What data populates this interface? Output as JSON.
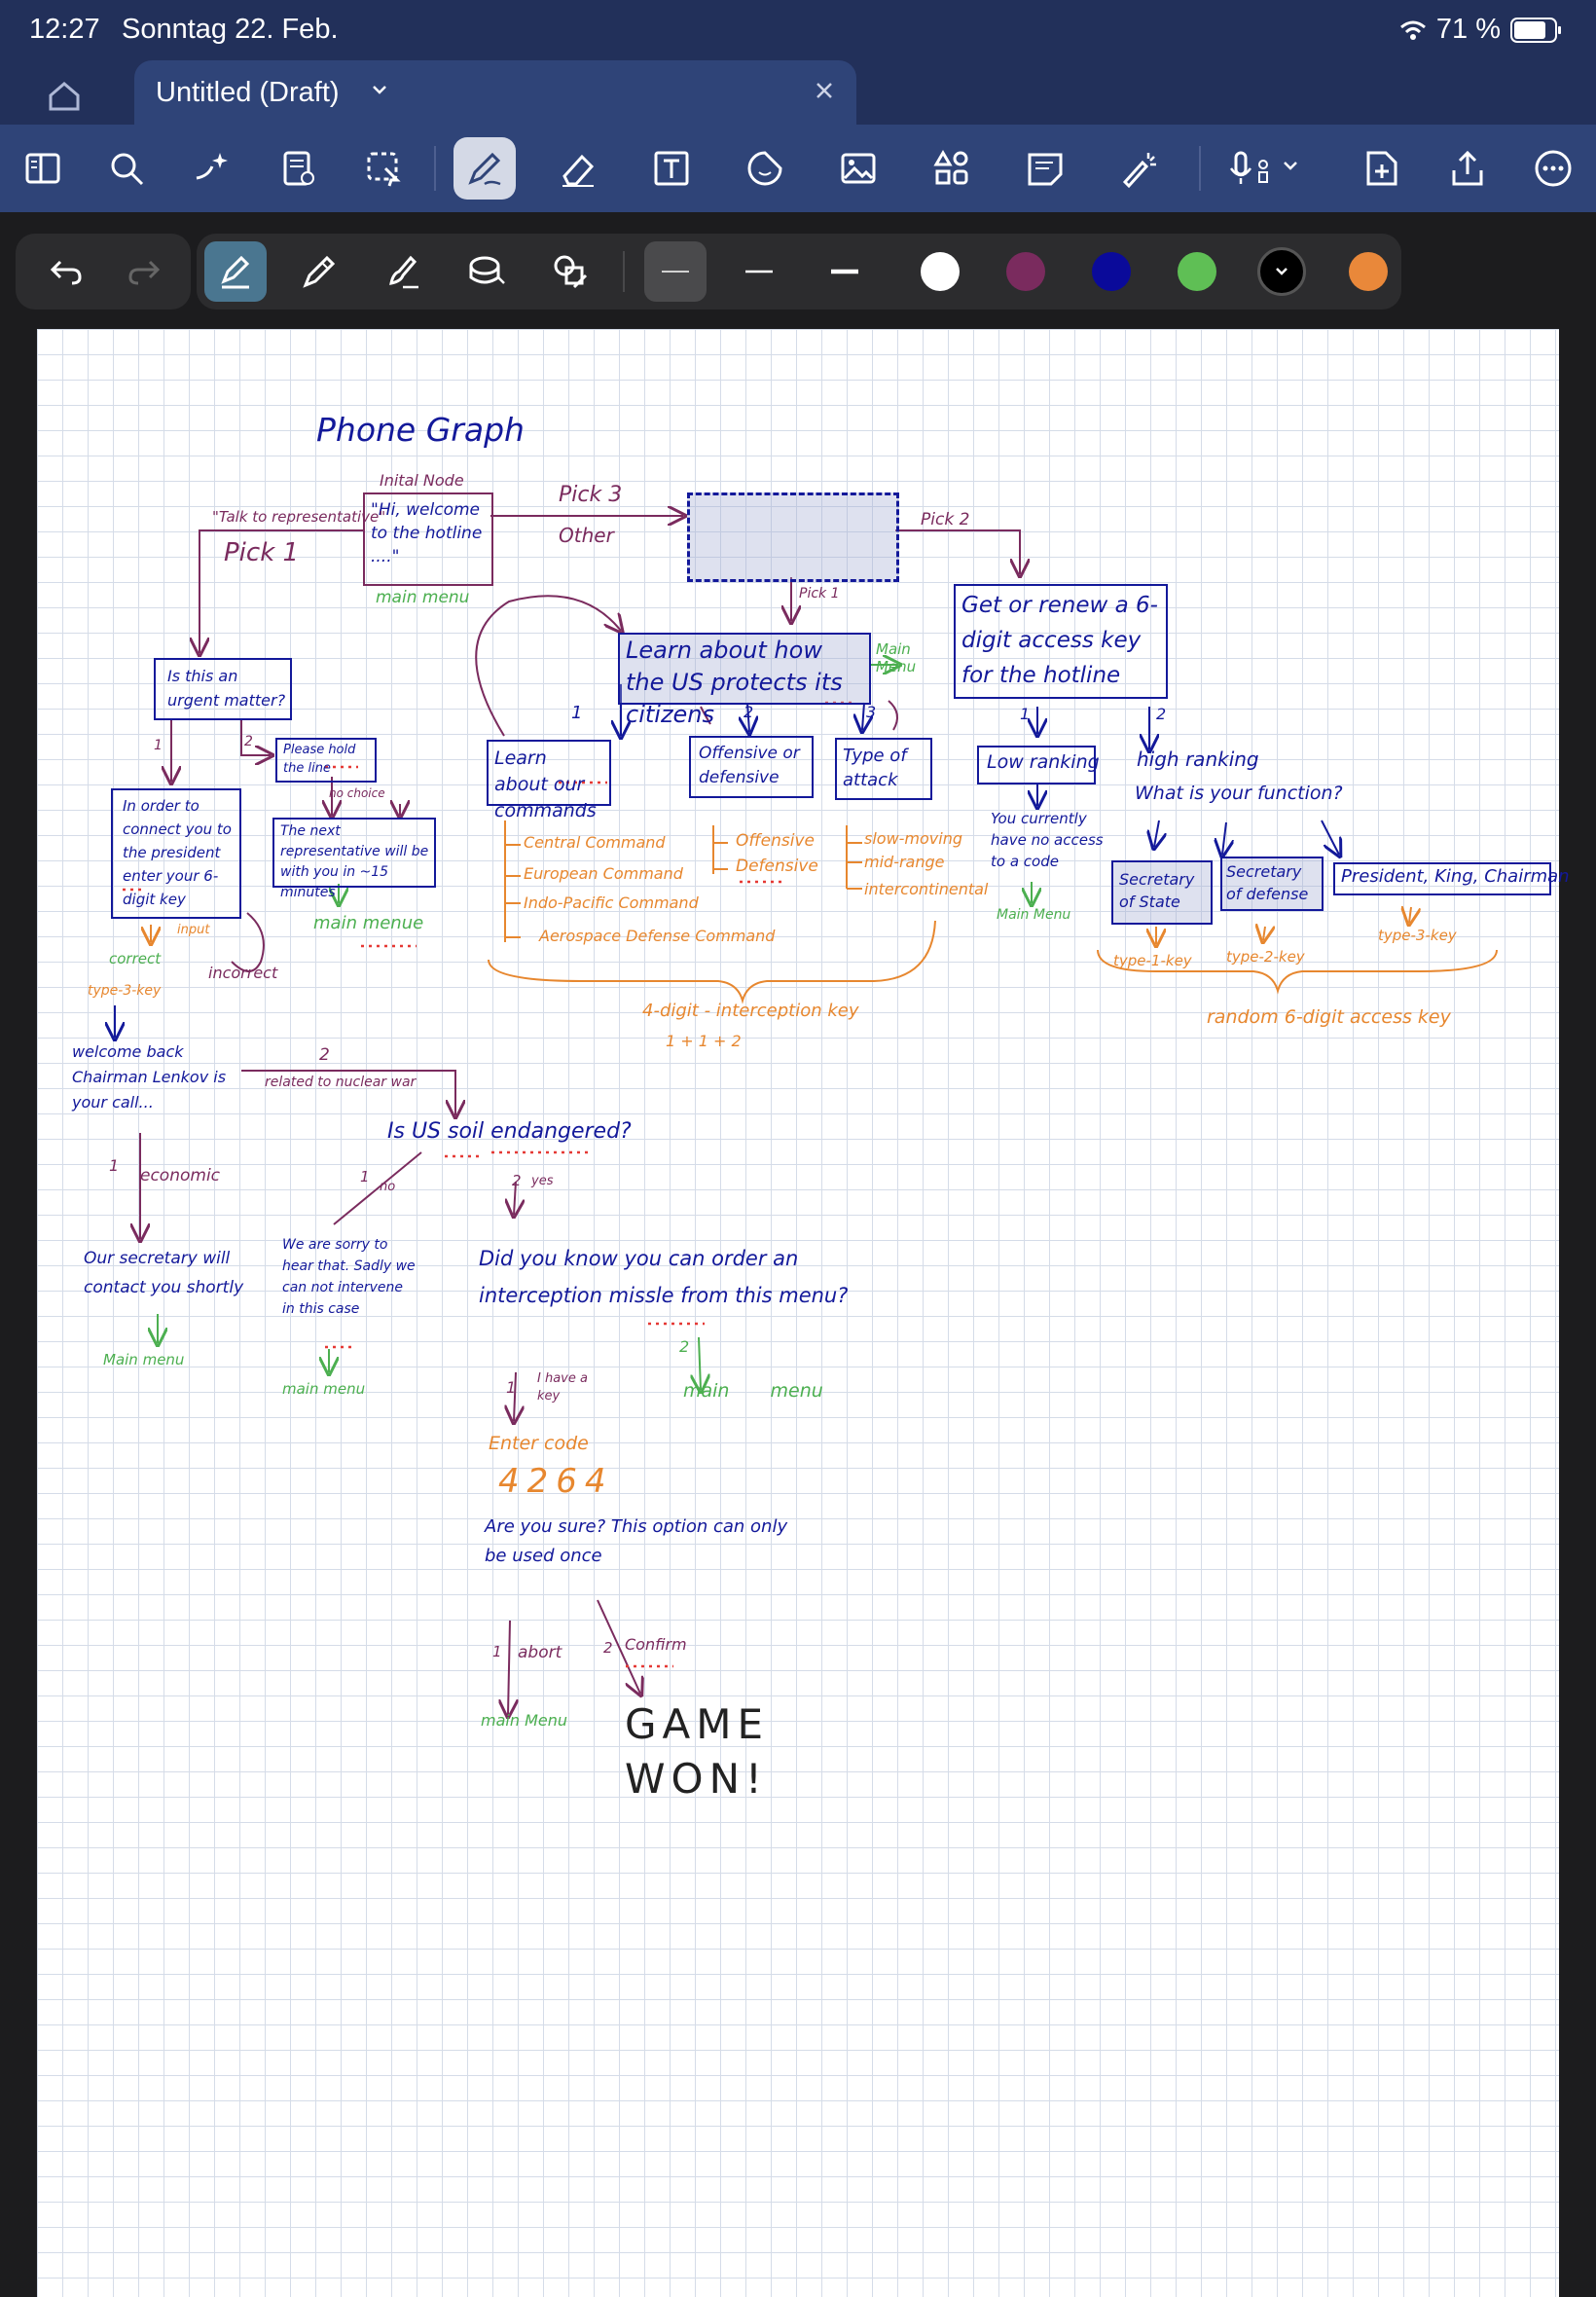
{
  "status": {
    "time": "12:27",
    "date": "Sonntag 22. Feb.",
    "battery": "71 %"
  },
  "tab": {
    "title": "Untitled (Draft)"
  },
  "toolbar_icons": [
    "sidebar-icon",
    "search-icon",
    "ai-sparkle-icon",
    "document-icon",
    "lasso-icon",
    "pen-icon",
    "eraser-icon",
    "text-box-icon",
    "sticker-icon",
    "image-icon",
    "shapes-icon",
    "sticky-note-icon",
    "laser-pointer-icon",
    "microphone-icon",
    "add-page-icon",
    "share-icon",
    "more-icon"
  ],
  "colors": {
    "navy": "#13199a",
    "purple": "#7a2b5e",
    "green": "#4caf50",
    "orange": "#e7872f",
    "swatches": [
      "#ffffff",
      "#7a2b5e",
      "#0a0a9a",
      "#5fbf55",
      "#000000",
      "#e9883a"
    ]
  },
  "note": {
    "title": "Phone Graph",
    "initial_node_label": "Inital Node",
    "initial_node_text": "\"Hi, welcome to the hotline ....\"",
    "main_menu_1": "main menu",
    "talk_rep": "\"Talk to representative\"",
    "pick1": "Pick 1",
    "pick3": "Pick 3",
    "other": "Other",
    "pick2": "Pick 2",
    "pick_1_small": "Pick 1",
    "learn_us": "Learn about how the US protects its citizens",
    "main_menu_4": "Main Menu",
    "learn_commands": "Learn about our commands",
    "offensive_def": "Offensive or defensive",
    "type_attack": "Type of attack",
    "commands": [
      "Central Command",
      "European Command",
      "Indo-Pacific Command",
      "Aerospace Defense Command"
    ],
    "off_options": [
      "Offensive",
      "Defensive"
    ],
    "attack_types": [
      "slow-moving",
      "mid-range",
      "intercontinental"
    ],
    "interception_key": "4-digit - interception key",
    "interception_sum": "1 + 1 + 2",
    "get_renew": "Get or renew a 6-digit access key for the hotline",
    "low_ranking": "Low ranking",
    "high_ranking": "high ranking",
    "what_function": "What is your function?",
    "no_access": "You currently have no access to a code",
    "main_menu_low": "Main Menu",
    "roles": [
      "Secretary of State",
      "Secretary of defense",
      "President, King, Chairman"
    ],
    "types": [
      "type-1-key",
      "type-2-key",
      "type-3-key"
    ],
    "random_key": "random 6-digit access key",
    "urgent": "Is this an urgent matter?",
    "please_hold": "Please hold the line",
    "no_choice": "no choice",
    "in_order": "In order to connect you to the president enter your 6-digit key",
    "input": "input",
    "correct": "correct",
    "incorrect": "incorrect",
    "next_rep": "The next representative will be with you in ~15 minutes",
    "main_menu_2": "main menue",
    "type3key": "type-3-key",
    "welcome_back": "welcome back Chairman Lenkov is your call...",
    "related_war": "related to nuclear war",
    "economic": "economic",
    "secretary_contact": "Our secretary will contact you shortly",
    "main_menu_3": "Main menu",
    "us_soil": "Is US soil endangered?",
    "no_label": "no",
    "yes_label": "yes",
    "sorry": "We are sorry to hear that. Sadly we can not intervene in this case",
    "main_menu_5": "main menu",
    "did_you_know": "Did you know you can order an interception missle from this menu?",
    "have_key": "I have a key",
    "main_menu_6": "main menu",
    "enter_code": "Enter code",
    "code": "4264",
    "are_you_sure": "Are you sure? This option can only be used once",
    "abort": "abort",
    "confirm": "Confirm",
    "main_menu_7": "main Menu",
    "game_won": "GAME WON!"
  }
}
